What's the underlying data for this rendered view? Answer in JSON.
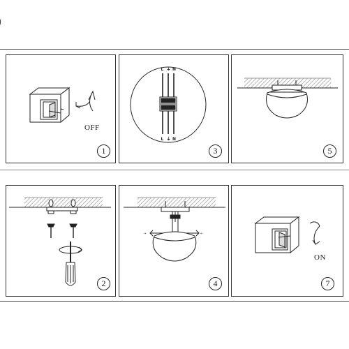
{
  "steps": [
    {
      "id": "p1",
      "number": "1",
      "caption": "OFF",
      "illustration": "switch-box-off"
    },
    {
      "id": "p3",
      "number": "3",
      "caption": "",
      "illustration": "wiring-terminal"
    },
    {
      "id": "p5",
      "number": "5",
      "caption": "",
      "illustration": "lamp-mounted-on-ceiling"
    },
    {
      "id": "p2",
      "number": "2",
      "caption": "",
      "illustration": "screw-mount-plate"
    },
    {
      "id": "p4",
      "number": "4",
      "caption": "",
      "illustration": "connect-lamp-wires"
    },
    {
      "id": "p7",
      "number": "7",
      "caption": "ON",
      "illustration": "switch-box-on"
    }
  ],
  "terminal": {
    "labels_top": [
      "L",
      "⏚",
      "N"
    ],
    "labels_bottom": [
      "L",
      "⏚",
      "N"
    ]
  },
  "colors": {
    "line": "#222222",
    "hatch": "#9a9a9a",
    "bg": "#ffffff"
  }
}
